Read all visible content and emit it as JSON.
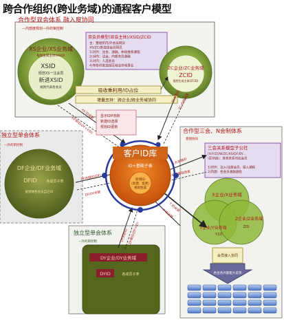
{
  "title": "跨合作组织(跨业务域)的通程客户模型",
  "panels": {
    "top": {
      "heading": "合作型双会体系  融入度协同",
      "sub": "—内部度规划—外的审控制",
      "box_title": "双会员模型(显会主体)/XSID/ZCID",
      "box_lines": [
        "主：整组织内/外会员网员",
        "XS/ZC/各选择会员网员",
        "1)对外：注会，通融，体续维系通程",
        "2)对内：注会，内部务员通融",
        "3)对内：入选会员",
        "4)等各约定选择区域业务域事业"
      ],
      "left_circle": "XS企业/XS业务域",
      "left_sub": "规划生成主体(XSID)",
      "inner_id": "XSID",
      "inner_l1": "规范XS一注会员",
      "inner_l2": "新进XSID",
      "inner_l3": "规则代表各会员",
      "right_circle": "ZC企业/ZC业务域",
      "right_id": "ZCID",
      "right_sub": "规划生成主体(ZCID)",
      "bar1": "吸收重利用/ID占位",
      "bar2": "增量支持：跨企业/跨业务域协同"
    },
    "left": {
      "heading": "独立型单会体系",
      "sub": "—外的审控制",
      "circle": "DF企业/DF业务域",
      "id": "DFID",
      "id_note": "各成员子表",
      "note": "规划体各会员自己ID"
    },
    "bottom": {
      "heading": "独立型单会体系",
      "sub": "—外的审控制",
      "bar": "DY企业/DY业务域",
      "id": "DYID",
      "id_note": "各成员子表"
    },
    "right": {
      "heading": "合作型三会、N会制体系",
      "sub": "意图协同",
      "box_title": "三会关系模型子公社",
      "box_lines": [
        "[X/Y/Z]/W/ZC/XS/DF/DY...",
        "(区块链)：各类关系对应会员",
        "",
        "1)对外：注入/注册会员，接入通程",
        "2)内部：各会员通融通程"
      ],
      "x": "X企业/X业务域",
      "y": "Y企业/Y业务域",
      "z": "Z企业/Z业务域",
      "y_id": "Y1D",
      "z_id": "ZID",
      "down_label": "会员接入协同",
      "arrow_label": "各业务外部能力支持"
    },
    "hub": {
      "title": "客户ID库",
      "subtitle": "ID+基础子表",
      "line1": "新增ID",
      "line2": "(新建、变更)",
      "line3": "规划生成",
      "note1": "显示IDP流转",
      "note2": "新建ID选择",
      "note3": "规划ID更新"
    },
    "links": {
      "l1": "DF新ID(DF+XID)",
      "l2": "DF关联ID(DF)",
      "l3": "XS ID关联",
      "l4": "ZC关联ID",
      "l5": "ZC ID的关联",
      "l6": "DY关联ID",
      "l7": "Y ID关联",
      "l8": "多方关联ID",
      "l9": "DF/DY关联",
      "l10": "会员基础信息",
      "l11": "DY新ID(DY+ID)",
      "l12": "X ID关联"
    }
  }
}
